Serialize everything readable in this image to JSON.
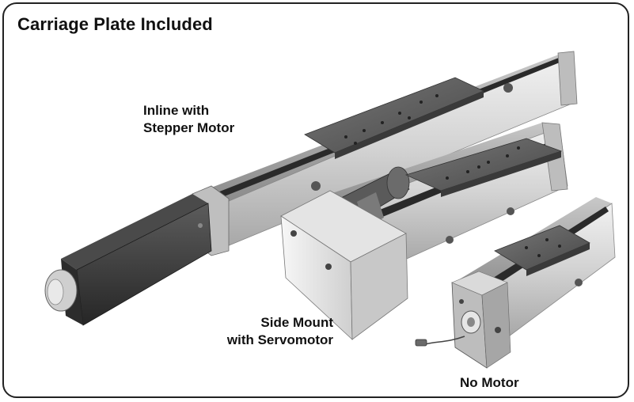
{
  "title": "Carriage Plate Included",
  "labels": {
    "inline": [
      "Inline with",
      "Stepper Motor"
    ],
    "side": [
      "Side Mount",
      "with Servomotor"
    ],
    "none": [
      "No Motor"
    ]
  },
  "colors": {
    "border": "#222222",
    "aluminum": "#d4d4d4",
    "plate": "#5a5a5a",
    "motor": "#3a3a3a"
  }
}
